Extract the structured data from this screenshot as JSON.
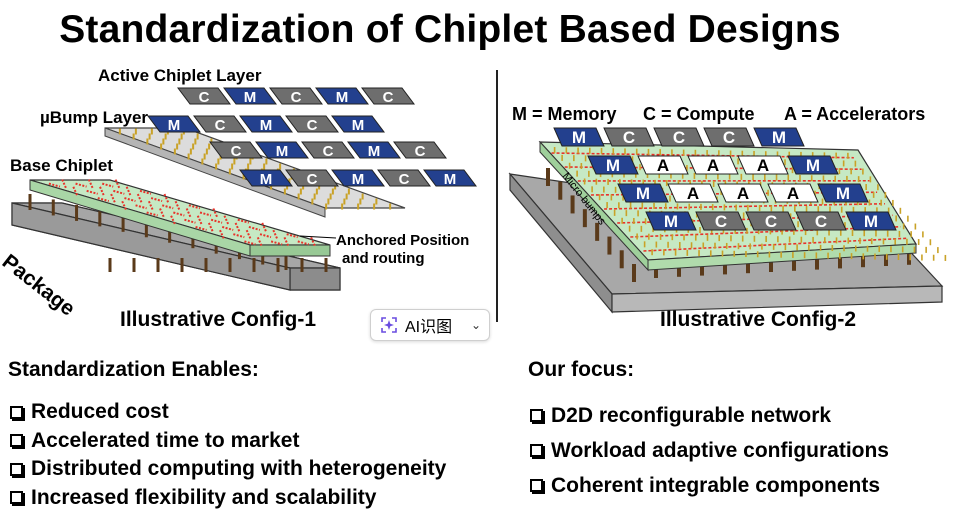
{
  "title": "Standardization of Chiplet Based Designs",
  "left_figure": {
    "labels": {
      "active_layer": "Active Chiplet Layer",
      "ubump_layer": "µBump Layer",
      "base_chiplet": "Base Chiplet",
      "package": "Package",
      "anchored_line1": "Anchored Position",
      "anchored_line2": "and routing"
    },
    "chiplet_rows": [
      [
        "C",
        "M",
        "C",
        "M",
        "C"
      ],
      [
        "M",
        "C",
        "M",
        "C",
        "M"
      ],
      [
        "C",
        "M",
        "C",
        "M",
        "C"
      ],
      [
        "M",
        "C",
        "M",
        "C",
        "M"
      ]
    ],
    "caption": "Illustrative Config-1"
  },
  "right_figure": {
    "legend": {
      "memory": "M = Memory",
      "compute": "C = Compute",
      "accelerators": "A = Accelerators"
    },
    "micro_bumps_label": "Micro bumps",
    "chiplet_rows": [
      [
        "M",
        "C",
        "C",
        "C",
        "M"
      ],
      [
        "M",
        "A",
        "A",
        "A",
        "M"
      ],
      [
        "M",
        "A",
        "A",
        "A",
        "M"
      ],
      [
        "M",
        "C",
        "C",
        "C",
        "M"
      ]
    ],
    "caption": "Illustrative Config-2"
  },
  "ai_button": {
    "label": "AI识图",
    "icon": "sparkle-icon",
    "chevron": "chevron-down-icon"
  },
  "enables": {
    "heading": "Standardization Enables:",
    "items": [
      "Reduced cost",
      "Accelerated time to market",
      "Distributed computing with heterogeneity",
      "Increased flexibility and scalability"
    ]
  },
  "focus": {
    "heading": "Our focus:",
    "items": [
      "D2D reconfigurable network",
      "Workload adaptive configurations",
      "Coherent integrable components"
    ]
  },
  "colors": {
    "memory": "#23408e",
    "compute": "#6e6e6e",
    "accelerator": "#ffffff",
    "package": "#a6a6a6",
    "base": "#c6e9c4",
    "ubump_layer": "#d9d9d9",
    "routing": "#e8332a",
    "bump": "#c9a227"
  }
}
